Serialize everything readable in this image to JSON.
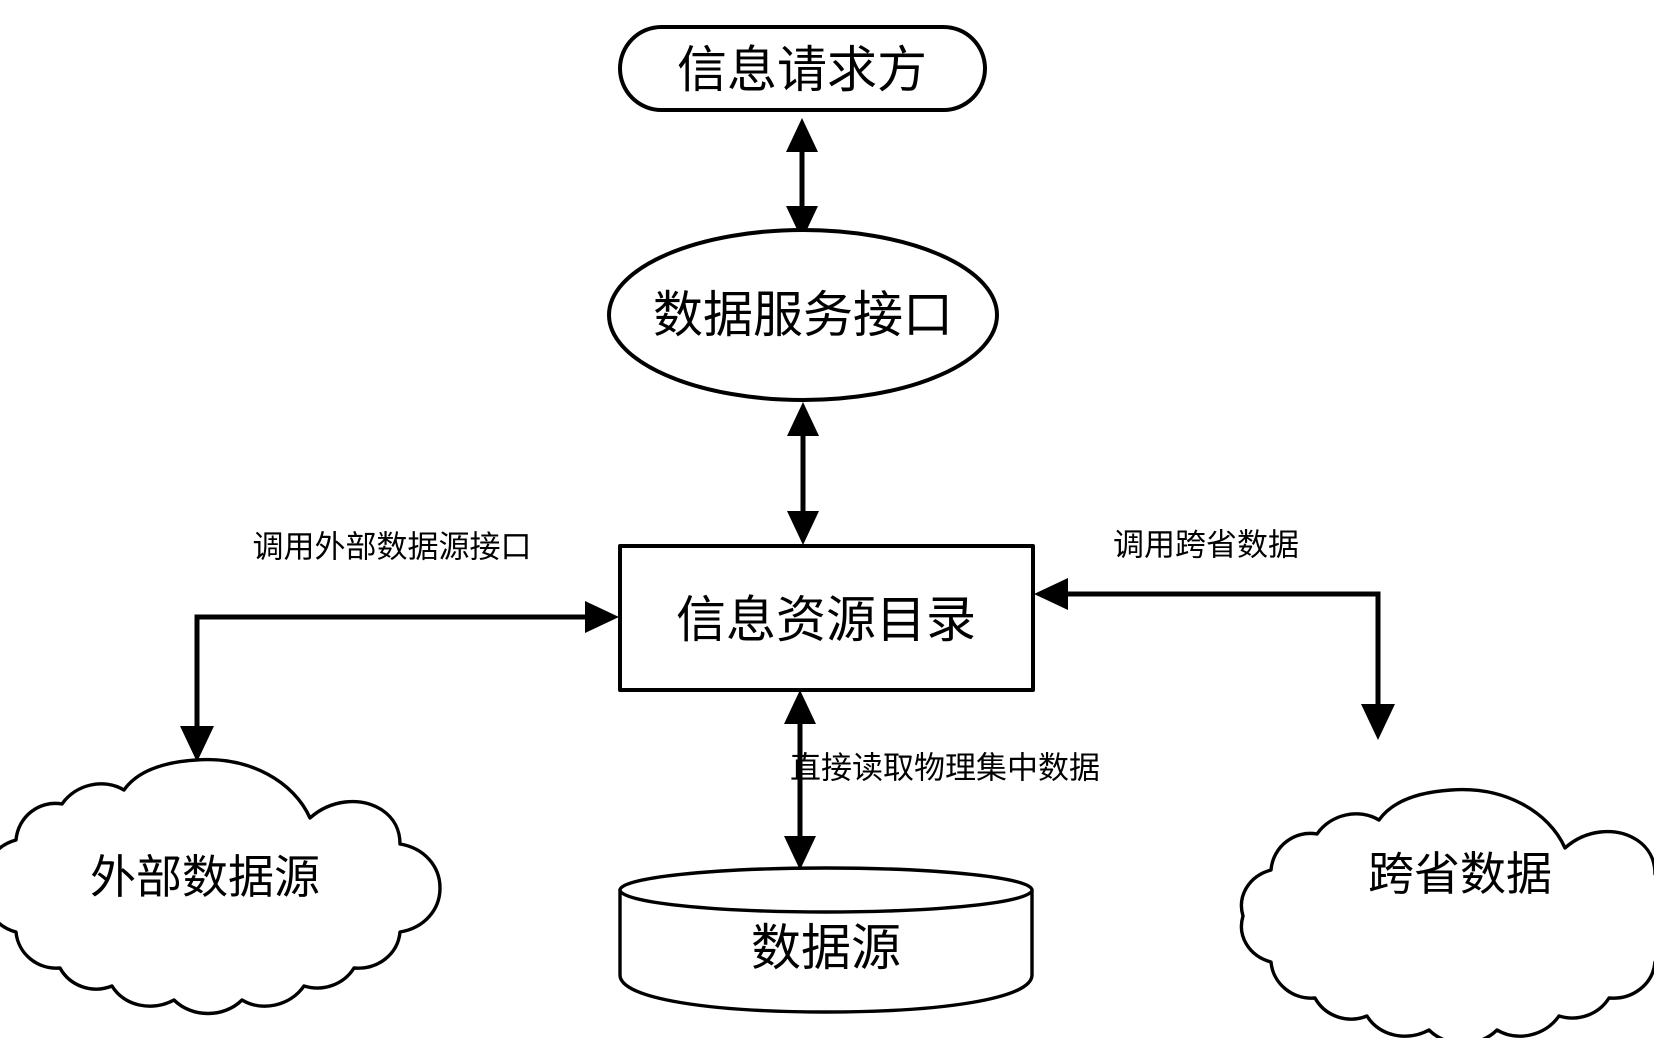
{
  "diagram": {
    "type": "flow-architecture",
    "background_color": "#ffffff",
    "stroke_color": "#000000",
    "nodes": {
      "requester": {
        "label": "信息请求方",
        "shape": "rounded-rectangle"
      },
      "service_api": {
        "label": "数据服务接口",
        "shape": "ellipse"
      },
      "catalog": {
        "label": "信息资源目录",
        "shape": "rectangle"
      },
      "external_source": {
        "label": "外部数据源",
        "shape": "cloud"
      },
      "data_source": {
        "label": "数据源",
        "shape": "cylinder"
      },
      "cross_province": {
        "label": "跨省数据",
        "shape": "cloud"
      }
    },
    "edges": {
      "requester_service": {
        "label": "",
        "direction": "bidirectional"
      },
      "service_catalog": {
        "label": "",
        "direction": "bidirectional"
      },
      "catalog_external": {
        "label": "调用外部数据源接口",
        "direction": "bidirectional"
      },
      "catalog_cross": {
        "label": "调用跨省数据",
        "direction": "bidirectional"
      },
      "catalog_datasource": {
        "label": "直接读取物理集中数据",
        "direction": "bidirectional"
      }
    }
  }
}
